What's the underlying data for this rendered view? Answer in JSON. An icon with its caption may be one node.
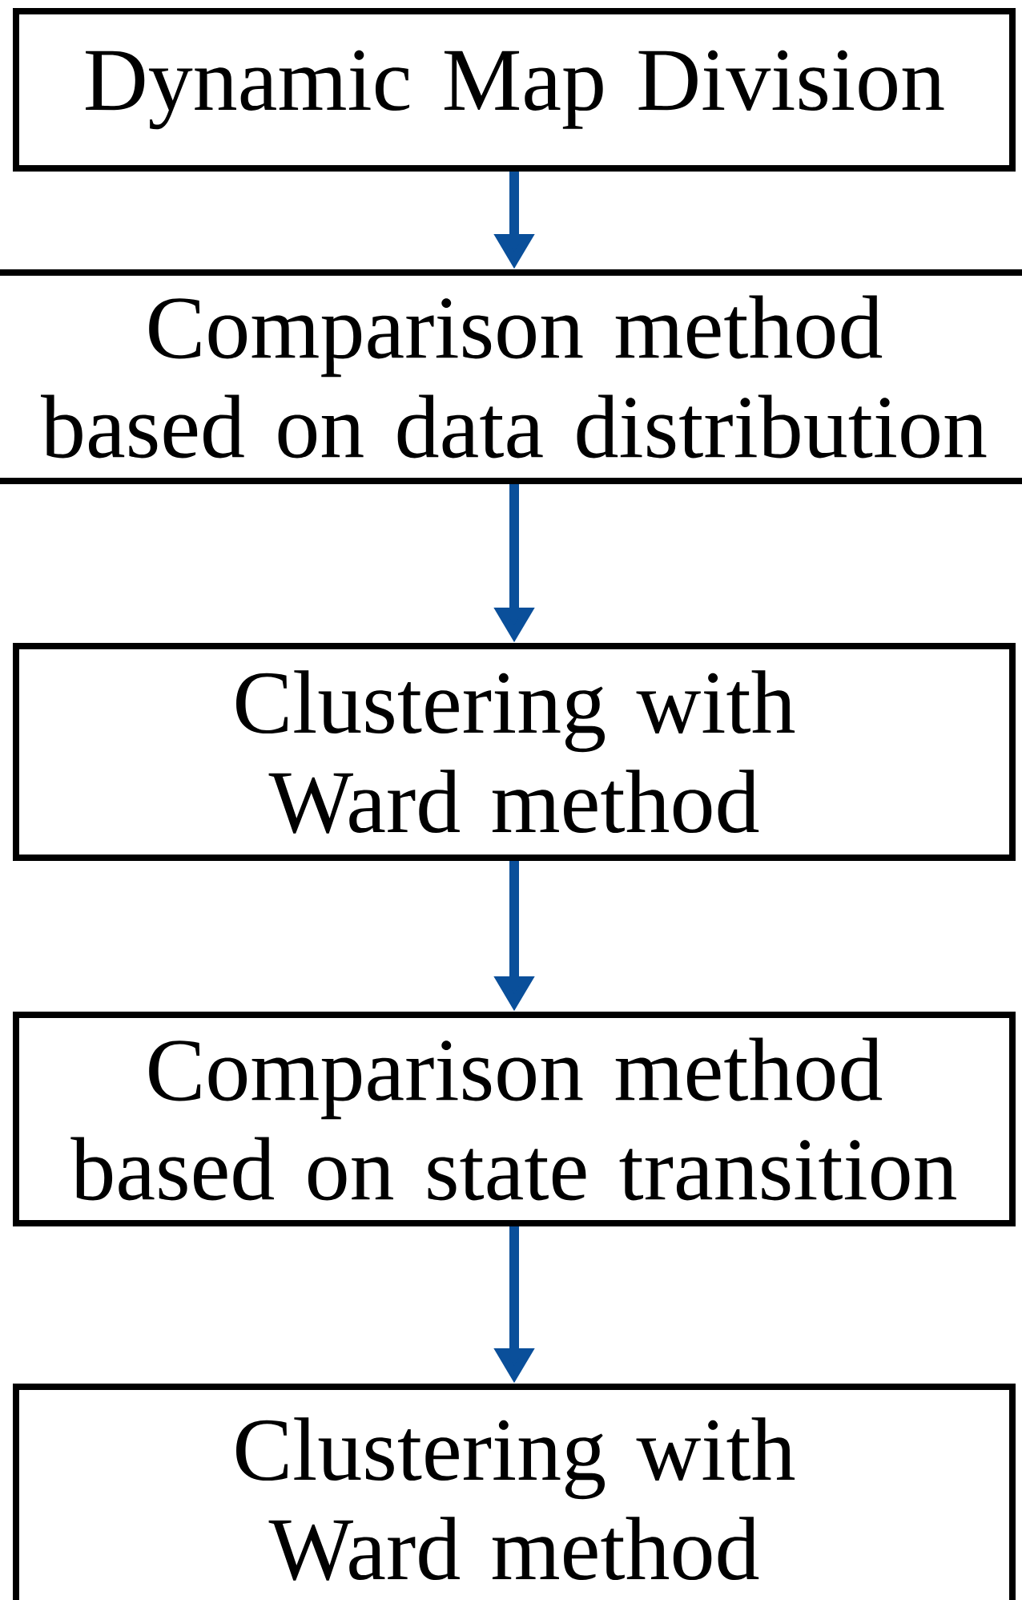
{
  "diagram": {
    "nodes": [
      {
        "text": [
          "Dynamic Map Division"
        ]
      },
      {
        "text": [
          "Comparison method based on data distribution"
        ]
      },
      {
        "text": [
          "Clustering with Ward method"
        ]
      },
      {
        "text": [
          "Comparison method based on state transition"
        ]
      },
      {
        "text": [
          "Clustering with Ward method"
        ]
      }
    ],
    "edges": [
      {
        "from": 0,
        "to": 1,
        "arrow": "to"
      },
      {
        "from": 1,
        "to": 2,
        "arrow": "to"
      },
      {
        "from": 2,
        "to": 3,
        "arrow": "to"
      },
      {
        "from": 3,
        "to": 4,
        "arrow": "to"
      }
    ]
  }
}
